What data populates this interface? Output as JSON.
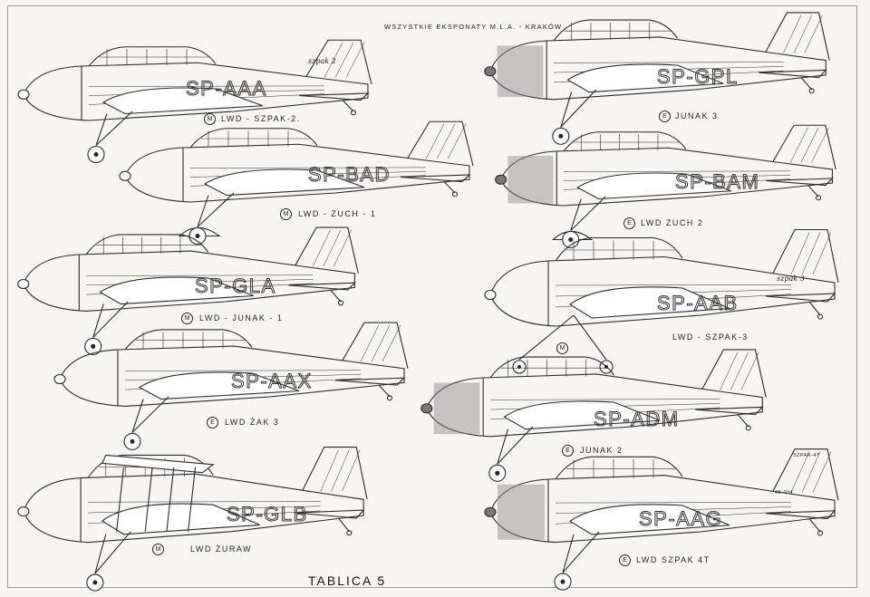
{
  "header": "WSZYSTKIE EKSPONATY M.L.A. - KRAKÓW",
  "plate_title": "TABLICA 5",
  "aircraft": [
    {
      "side": "left",
      "caption": "LWD - SZPAK-2.",
      "badge": "M",
      "registration": "SP-AAA",
      "tail_text": "szpak 2"
    },
    {
      "side": "left",
      "caption": "LWD - ZUCH - 1",
      "badge": "M",
      "registration": "SP-BAD",
      "tail_text": ""
    },
    {
      "side": "left",
      "caption": "LWD - JUNAK - 1",
      "badge": "M",
      "registration": "SP-GLA",
      "tail_text": ""
    },
    {
      "side": "left",
      "caption": "LWD ŻAK 3",
      "badge": "E",
      "registration": "SP-AAX",
      "tail_text": ""
    },
    {
      "side": "left",
      "caption": "LWD ŻURAW",
      "badge": "M",
      "registration": "SP-GLB",
      "tail_text": ""
    },
    {
      "side": "right",
      "caption": "JUNAK 3",
      "badge": "E",
      "registration": "SP-GPL",
      "tail_text": ""
    },
    {
      "side": "right",
      "caption": "LWD ZUCH 2",
      "badge": "E",
      "registration": "SP-BAM",
      "tail_text": ""
    },
    {
      "side": "right",
      "caption": "LWD - SZPAK-3",
      "badge": "M",
      "registration": "SP-AAB",
      "tail_text": "szpak 3"
    },
    {
      "side": "right",
      "caption": "JUNAK 2",
      "badge": "E",
      "registration": "SP-ADM",
      "tail_text": ""
    },
    {
      "side": "right",
      "caption": "LWD SZPAK 4T",
      "badge": "E",
      "registration": "SP-AAG",
      "tail_text": ""
    }
  ],
  "szpak4t_tail": {
    "type": "SZPAK-4T",
    "code": "48-004"
  }
}
